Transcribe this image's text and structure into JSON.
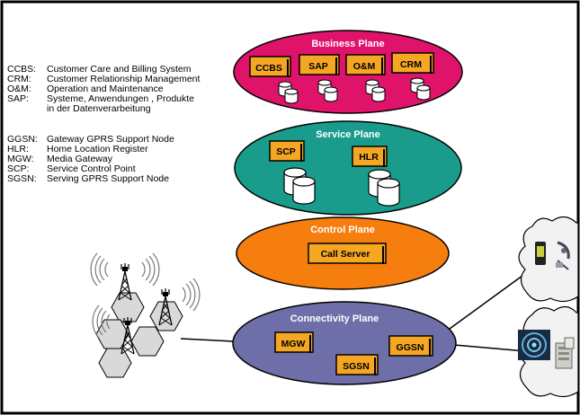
{
  "abbreviations_group1": [
    {
      "key": "CCBS:",
      "text": "Customer Care and Billing System"
    },
    {
      "key": "CRM:",
      "text": "Customer Relationship Management"
    },
    {
      "key": "O&M:",
      "text": "Operation and Maintenance"
    },
    {
      "key": "SAP:",
      "text": "Systeme, Anwendungen , Produkte"
    },
    {
      "key": "",
      "text": "in der Datenverarbeitung"
    }
  ],
  "abbreviations_group2": [
    {
      "key": "GGSN:",
      "text": "Gateway GPRS Support Node"
    },
    {
      "key": "HLR:",
      "text": "Home Location Register"
    },
    {
      "key": "MGW:",
      "text": "Media Gateway"
    },
    {
      "key": "SCP:",
      "text": "Service Control Point"
    },
    {
      "key": "SGSN:",
      "text": "Serving GPRS Support Node"
    }
  ],
  "planes": {
    "business": {
      "title": "Business Plane",
      "color": "#e0136b",
      "boxes": [
        "CCBS",
        "SAP",
        "O&M",
        "CRM"
      ]
    },
    "service": {
      "title": "Service Plane",
      "color": "#1a9c8c",
      "boxes": [
        "SCP",
        "HLR"
      ]
    },
    "control": {
      "title": "Control Plane",
      "color": "#f57e0f",
      "boxes": [
        "Call Server"
      ]
    },
    "connectivity": {
      "title": "Connectivity Plane",
      "color": "#6e6ea8",
      "boxes": [
        "MGW",
        "SGSN",
        "GGSN"
      ]
    }
  },
  "colors": {
    "box_fill": "#f5a623",
    "box_border": "#000000",
    "frame": "#000000"
  },
  "icons": [
    "radio-tower-icon",
    "mobile-phone-icon",
    "satellite-dish-icon",
    "globe-icon",
    "server-icon",
    "database-icon"
  ]
}
